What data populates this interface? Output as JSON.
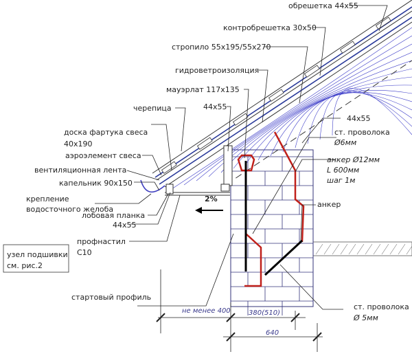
{
  "labels": {
    "obreshetka": "обрешетка 44x55",
    "kontrobreshetka": "контробрешетка 30x50",
    "stropilo": "стропило 55x195/55x270",
    "gidro": "гидроветроизоляция",
    "mauerlat": "мауэрлат 117x135",
    "b44_1": "44x55",
    "cherepica": "черепица",
    "b44_2": "44x55",
    "doska_1": "доска фартука свеса",
    "doska_2": "40x190",
    "aero": "аэроэлемент свеса",
    "vent": "вентиляционная лента",
    "kapelnik": "капельник 90x150",
    "krep_1": "крепление",
    "krep_2": "водосточного желоба",
    "lobovaya_1": "лобовая планка",
    "lobovaya_2": "44x55",
    "profnastil_1": "профнастил",
    "profnastil_2": "С10",
    "uzel_1": "узел подшивки",
    "uzel_2": "см. рис.2",
    "start": "стартовый профиль",
    "wire6_1": "ст. проволока",
    "wire6_2": "Ø6мм",
    "anker12_1": "анкер Ø12мм",
    "anker12_2": "L 600мм",
    "anker12_3": "шаг 1м",
    "anker": "анкер",
    "wire5_1": "ст. проволока",
    "wire5_2": "Ø 5мм",
    "slope": "2%"
  },
  "dimensions": {
    "min400": "не менее 400",
    "wall": "380(510)",
    "total": "640"
  }
}
